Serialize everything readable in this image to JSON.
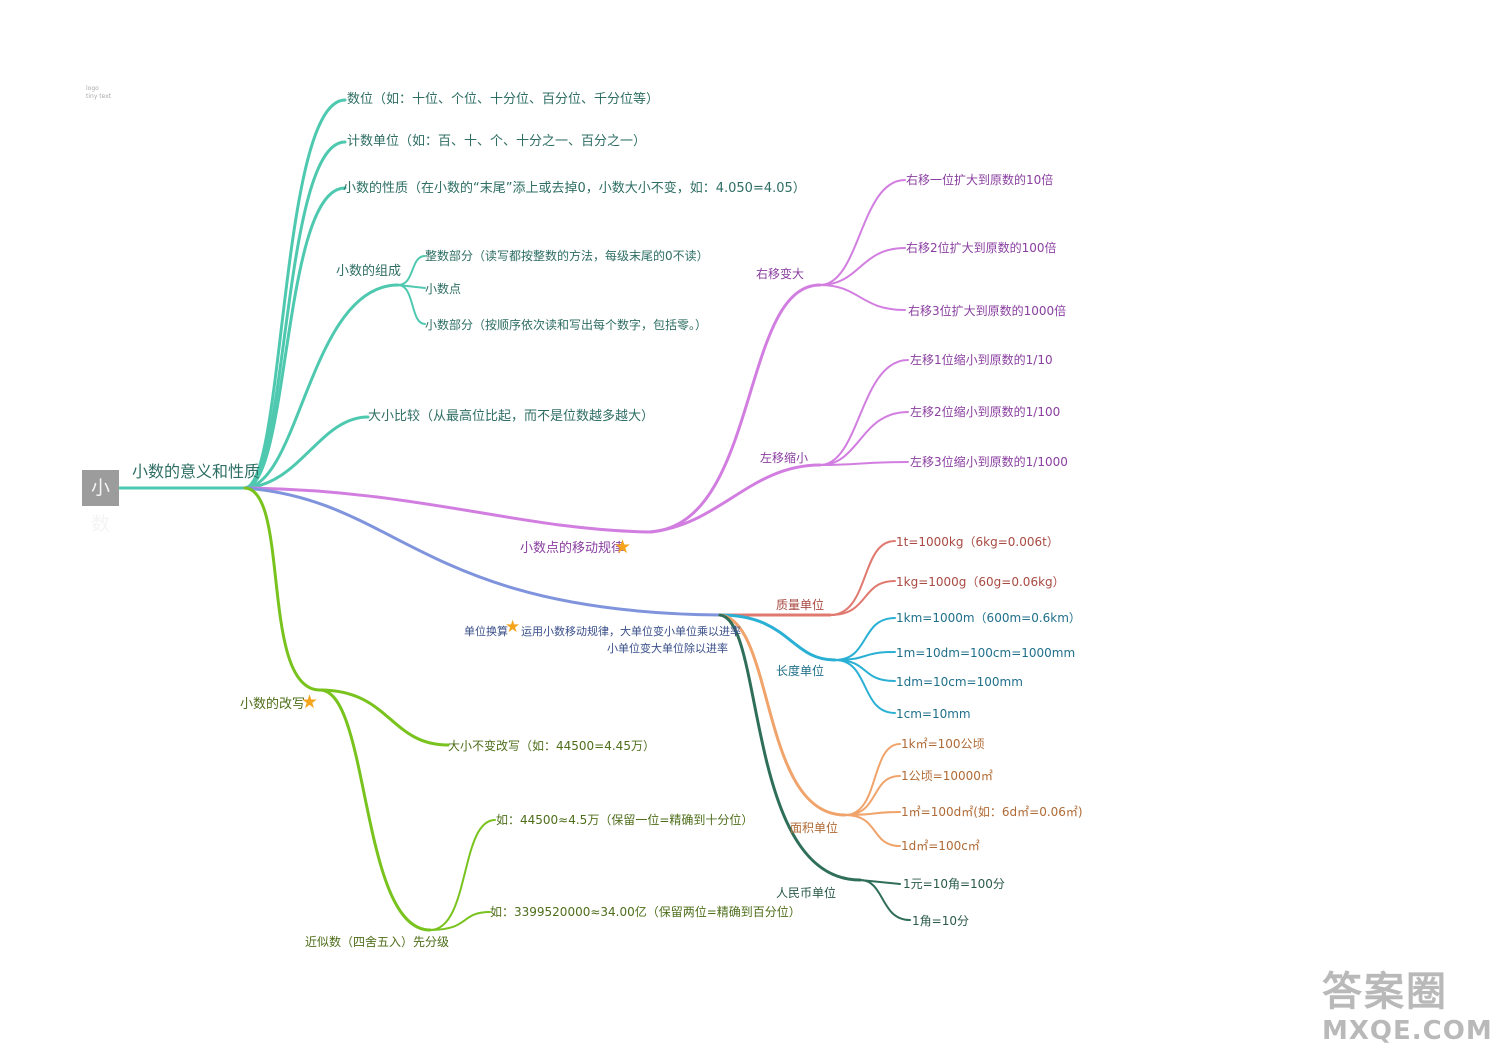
{
  "logo_text": [
    "logo",
    "tiny text"
  ],
  "root": "小数",
  "branch_title": "小数的意义和性质",
  "teal": {
    "shuwei": "数位（如：十位、个位、十分位、百分位、千分位等）",
    "jishu": "计数单位（如：百、十、个、十分之一、百分之一）",
    "xingzhi": "小数的性质（在小数的“末尾”添上或去掉0，小数大小不变，如：4.050=4.05）",
    "zucheng": "小数的组成",
    "zhengshu": "整数部分（读写都按整数的方法，每级末尾的0不读）",
    "xiaoshudian": "小数点",
    "xiaoshubufen": "小数部分（按顺序依次读和写出每个数字，包括零。）",
    "bijiao": "大小比较（从最高位比起，而不是位数越多越大）"
  },
  "move": {
    "title": "小数点的移动规律",
    "right": "右移变大",
    "r1": "右移一位扩大到原数的10倍",
    "r2": "右移2位扩大到原数的100倍",
    "r3": "右移3位扩大到原数的1000倍",
    "left": "左移缩小",
    "l1": "左移1位缩小到原数的1/10",
    "l2": "左移2位缩小到原数的1/100",
    "l3": "左移3位缩小到原数的1/1000"
  },
  "units": {
    "title": "单位换算",
    "rule1": "运用小数移动规律，大单位变小单位乘以进率",
    "rule2": "小单位变大单位除以进率",
    "mass": "质量单位",
    "m1": "1t=1000kg（6kg=0.006t）",
    "m2": "1kg=1000g（60g=0.06kg）",
    "length": "长度单位",
    "len1": "1km=1000m（600m=0.6km）",
    "len2": "1m=10dm=100cm=1000mm",
    "len3": "1dm=10cm=100mm",
    "len4": "1cm=10mm",
    "area": "面积单位",
    "a1": "1k㎡=100公顷",
    "a2": "1公顷=10000㎡",
    "a3": "1㎡=100d㎡(如：6d㎡=0.06㎡)",
    "a4": "1d㎡=100c㎡",
    "rmb": "人民币单位",
    "y1": "1元=10角=100分",
    "y2": "1角=10分"
  },
  "rewrite": {
    "title": "小数的改写",
    "daxiao": "大小不变改写（如：44500=4.45万）",
    "jinsi": "近似数（四舍五入）先分级",
    "ex1": "如：44500≈4.5万（保留一位=精确到十分位）",
    "ex2": "如：3399520000≈34.00亿（保留两位=精确到百分位）"
  },
  "star": "★",
  "watermark": {
    "line1": "答案圈",
    "line2": "MXQE.COM"
  },
  "colors": {
    "teal": "#4ec9b0",
    "purple": "#d27ee0",
    "blue": "#7f94dc",
    "red": "#e07a70",
    "cyan": "#2ab0d4",
    "orange": "#f0a36a",
    "dgreen": "#2f6e58",
    "green": "#79c31e",
    "star": "#f4a51c"
  }
}
